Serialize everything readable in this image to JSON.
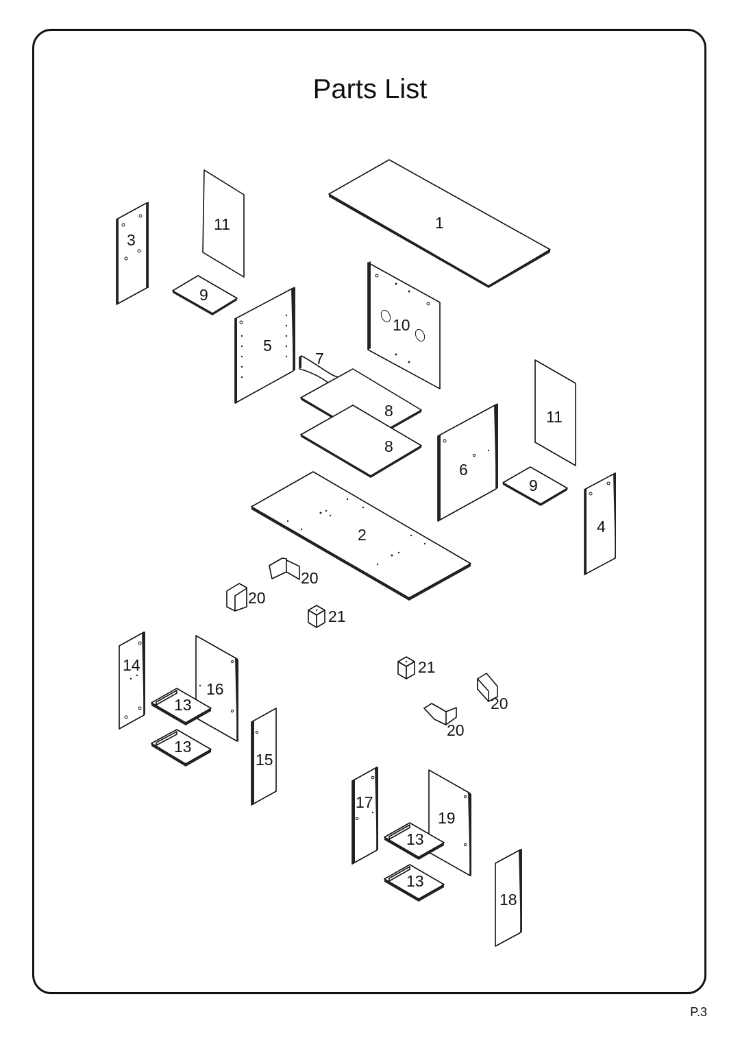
{
  "page": {
    "title": "Parts List",
    "page_number": "P.3"
  },
  "parts": [
    {
      "id": "p1",
      "label": "1"
    },
    {
      "id": "p2",
      "label": "2"
    },
    {
      "id": "p3",
      "label": "3"
    },
    {
      "id": "p4",
      "label": "4"
    },
    {
      "id": "p5",
      "label": "5"
    },
    {
      "id": "p6",
      "label": "6"
    },
    {
      "id": "p7",
      "label": "7"
    },
    {
      "id": "p8a",
      "label": "8"
    },
    {
      "id": "p8b",
      "label": "8"
    },
    {
      "id": "p9a",
      "label": "9"
    },
    {
      "id": "p9b",
      "label": "9"
    },
    {
      "id": "p10",
      "label": "10"
    },
    {
      "id": "p11a",
      "label": "11"
    },
    {
      "id": "p11b",
      "label": "11"
    },
    {
      "id": "p13a",
      "label": "13"
    },
    {
      "id": "p13b",
      "label": "13"
    },
    {
      "id": "p13c",
      "label": "13"
    },
    {
      "id": "p13d",
      "label": "13"
    },
    {
      "id": "p14",
      "label": "14"
    },
    {
      "id": "p15",
      "label": "15"
    },
    {
      "id": "p16",
      "label": "16"
    },
    {
      "id": "p17",
      "label": "17"
    },
    {
      "id": "p18",
      "label": "18"
    },
    {
      "id": "p19",
      "label": "19"
    },
    {
      "id": "p20a",
      "label": "20"
    },
    {
      "id": "p20b",
      "label": "20"
    },
    {
      "id": "p20c",
      "label": "20"
    },
    {
      "id": "p20d",
      "label": "20"
    },
    {
      "id": "p21a",
      "label": "21"
    },
    {
      "id": "p21b",
      "label": "21"
    }
  ]
}
